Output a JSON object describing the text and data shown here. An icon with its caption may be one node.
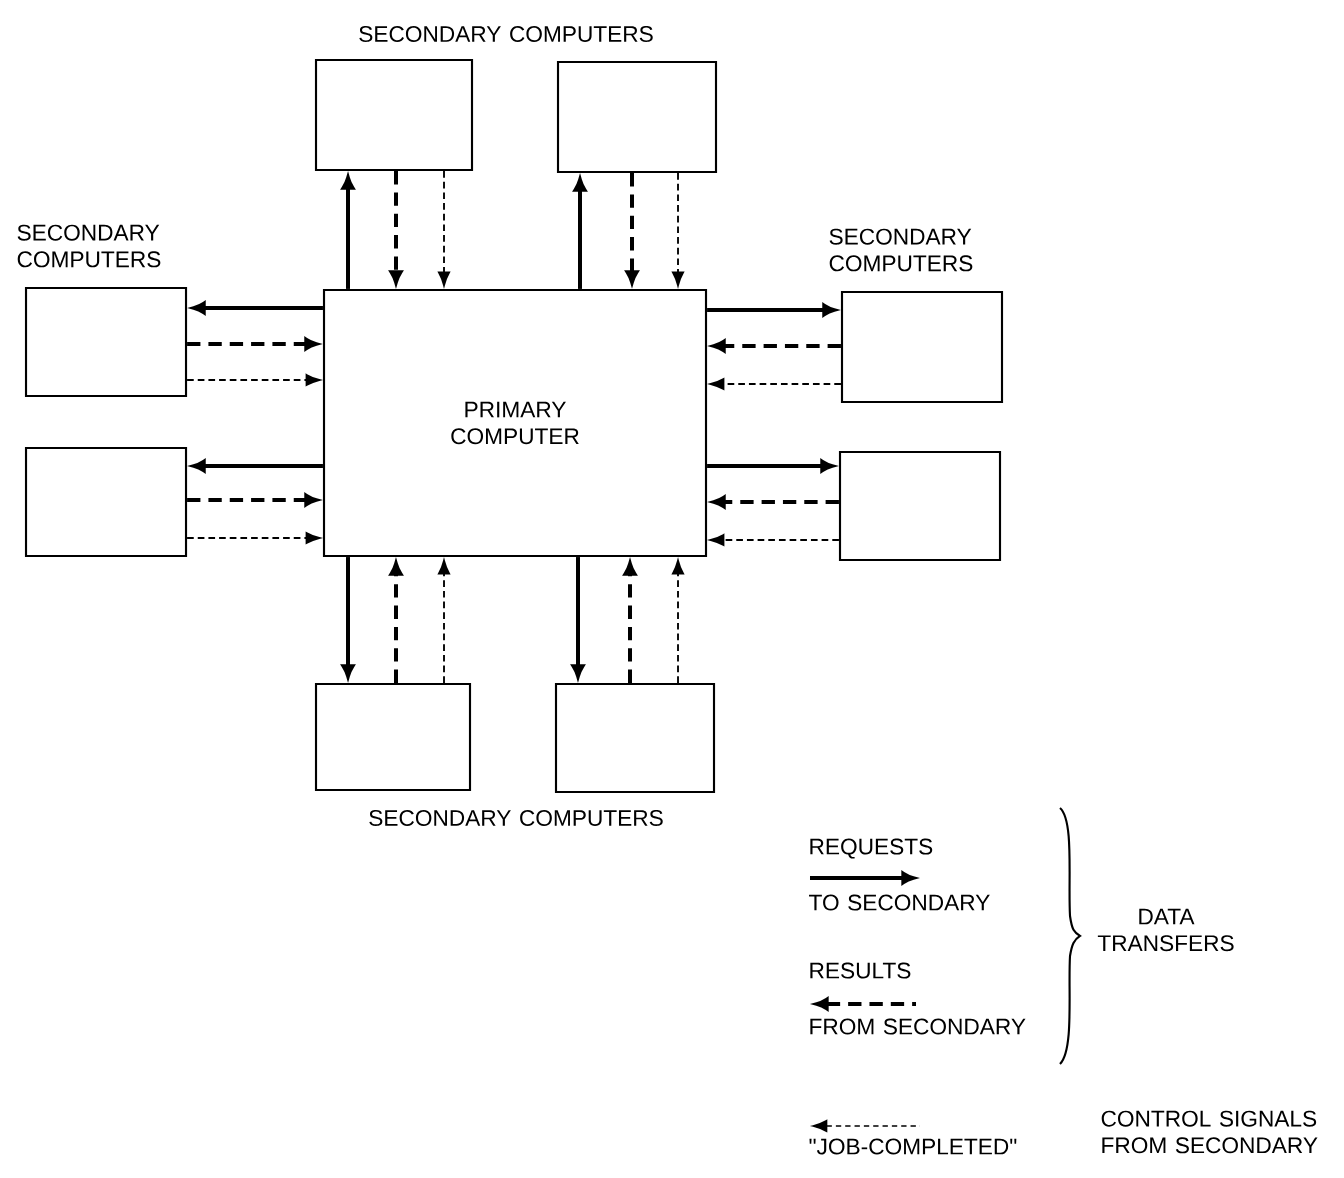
{
  "diagram": {
    "nodes": [
      {
        "text": [
          "PRIMARY COMPUTER"
        ]
      },
      {
        "text": [],
        "shape": "box"
      },
      {
        "text": [],
        "shape": "box"
      },
      {
        "text": [],
        "shape": "box"
      },
      {
        "text": [],
        "shape": "box"
      },
      {
        "text": [],
        "shape": "box"
      },
      {
        "text": [],
        "shape": "box"
      },
      {
        "text": [],
        "shape": "box"
      },
      {
        "text": [],
        "shape": "box"
      }
    ],
    "edges": [
      {
        "from": 0,
        "to": 1,
        "arrow": "to"
      },
      {
        "from": 1,
        "to": 0,
        "arrow": "to",
        "style": "dashed"
      },
      {
        "from": 1,
        "to": 0,
        "arrow": "to",
        "style": "dashed"
      },
      {
        "from": 0,
        "to": 2,
        "arrow": "to"
      },
      {
        "from": 2,
        "to": 0,
        "arrow": "to",
        "style": "dashed"
      },
      {
        "from": 2,
        "to": 0,
        "arrow": "to",
        "style": "dashed"
      },
      {
        "from": 0,
        "to": 3,
        "arrow": "to"
      },
      {
        "from": 3,
        "to": 0,
        "arrow": "to",
        "style": "dashed"
      },
      {
        "from": 3,
        "to": 0,
        "arrow": "to",
        "style": "dashed"
      },
      {
        "from": 0,
        "to": 4,
        "arrow": "to"
      },
      {
        "from": 4,
        "to": 0,
        "arrow": "to",
        "style": "dashed"
      },
      {
        "from": 4,
        "to": 0,
        "arrow": "to",
        "style": "dashed"
      },
      {
        "from": 0,
        "to": 5,
        "arrow": "to"
      },
      {
        "from": 5,
        "to": 0,
        "arrow": "to",
        "style": "dashed"
      },
      {
        "from": 5,
        "to": 0,
        "arrow": "to",
        "style": "dashed"
      },
      {
        "from": 0,
        "to": 6,
        "arrow": "to"
      },
      {
        "from": 6,
        "to": 0,
        "arrow": "to",
        "style": "dashed"
      },
      {
        "from": 6,
        "to": 0,
        "arrow": "to",
        "style": "dashed"
      },
      {
        "from": 0,
        "to": 7,
        "arrow": "to"
      },
      {
        "from": 7,
        "to": 0,
        "arrow": "to",
        "style": "dashed"
      },
      {
        "from": 7,
        "to": 0,
        "arrow": "to",
        "style": "dashed"
      },
      {
        "from": 0,
        "to": 8,
        "arrow": "to"
      },
      {
        "from": 8,
        "to": 0,
        "arrow": "to",
        "style": "dashed"
      },
      {
        "from": 8,
        "to": 0,
        "arrow": "to",
        "style": "dashed"
      }
    ],
    "labels": [
      "SECONDARY COMPUTERS",
      "SECONDARY COMPUTERS",
      "SECONDARY COMPUTERS",
      "SECONDARY COMPUTERS",
      "DATA TRANSFERS",
      "CONTROL SIGNALS FROM SECONDARY"
    ],
    "legend": [
      {
        "text": "REQUESTS TO SECONDARY"
      },
      {
        "text": "RESULTS FROM SECONDARY"
      },
      {
        "text": "\"JOB-COMPLETED\""
      }
    ]
  }
}
